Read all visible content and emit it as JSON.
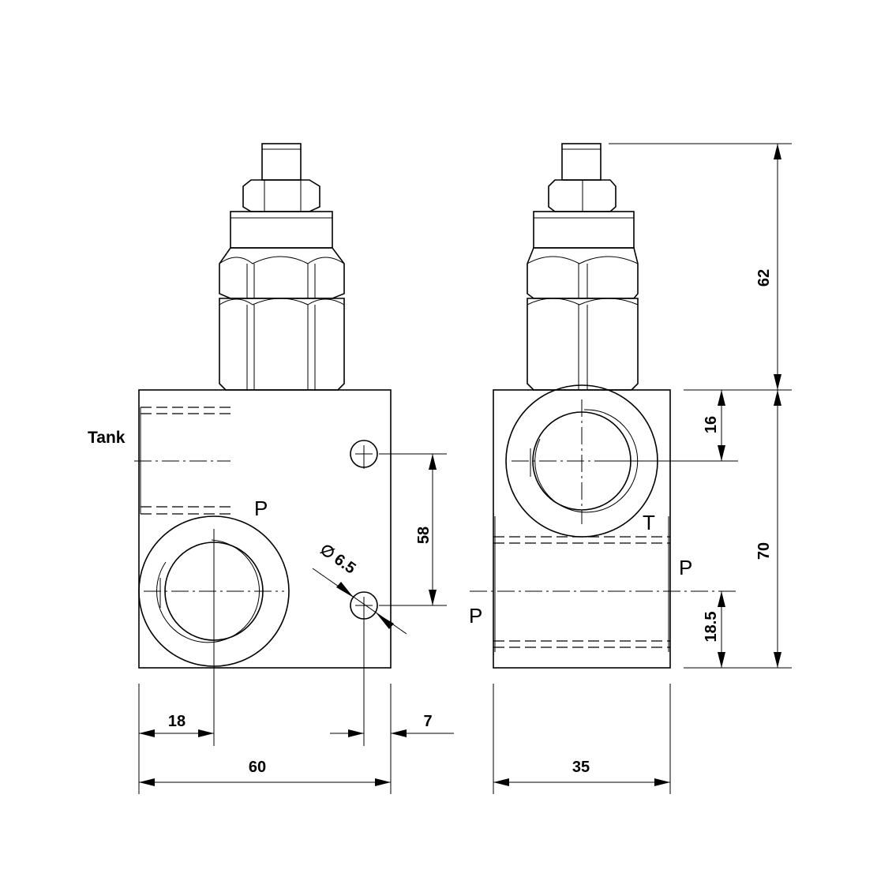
{
  "labels": {
    "tank": "Tank",
    "front_p": "P",
    "side_t": "T",
    "side_p_right": "P",
    "side_p_left": "P"
  },
  "dimensions": {
    "width_front": "60",
    "width_side": "35",
    "port_offset": "18",
    "hole_offset": "7",
    "hole_spacing": "58",
    "hole_diameter": "6.5",
    "diameter_symbol": "∅",
    "cartridge_height": "62",
    "body_height": "70",
    "tank_port_offset": "16",
    "p_port_offset": "18.5"
  }
}
